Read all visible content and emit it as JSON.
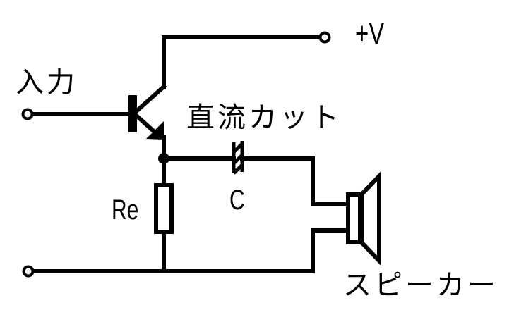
{
  "diagram": {
    "type": "circuit-schematic",
    "title": "Emitter follower speaker driver",
    "colors": {
      "line": "#000000",
      "background": "#ffffff"
    },
    "labels": {
      "supply": "+V",
      "input": "入力",
      "dc_cut": "直流カット",
      "capacitor": "C",
      "resistor": "Re",
      "speaker": "スピーカー"
    },
    "components": [
      {
        "id": "Q1",
        "kind": "npn-transistor"
      },
      {
        "id": "C",
        "kind": "capacitor",
        "label": "C",
        "note": "直流カット"
      },
      {
        "id": "Re",
        "kind": "resistor",
        "label": "Re"
      },
      {
        "id": "SP",
        "kind": "speaker",
        "label": "スピーカー"
      }
    ],
    "terminals": [
      {
        "id": "supply-terminal",
        "label": "+V"
      },
      {
        "id": "input-terminal",
        "label": "入力"
      },
      {
        "id": "ground-terminal",
        "label": ""
      }
    ]
  }
}
